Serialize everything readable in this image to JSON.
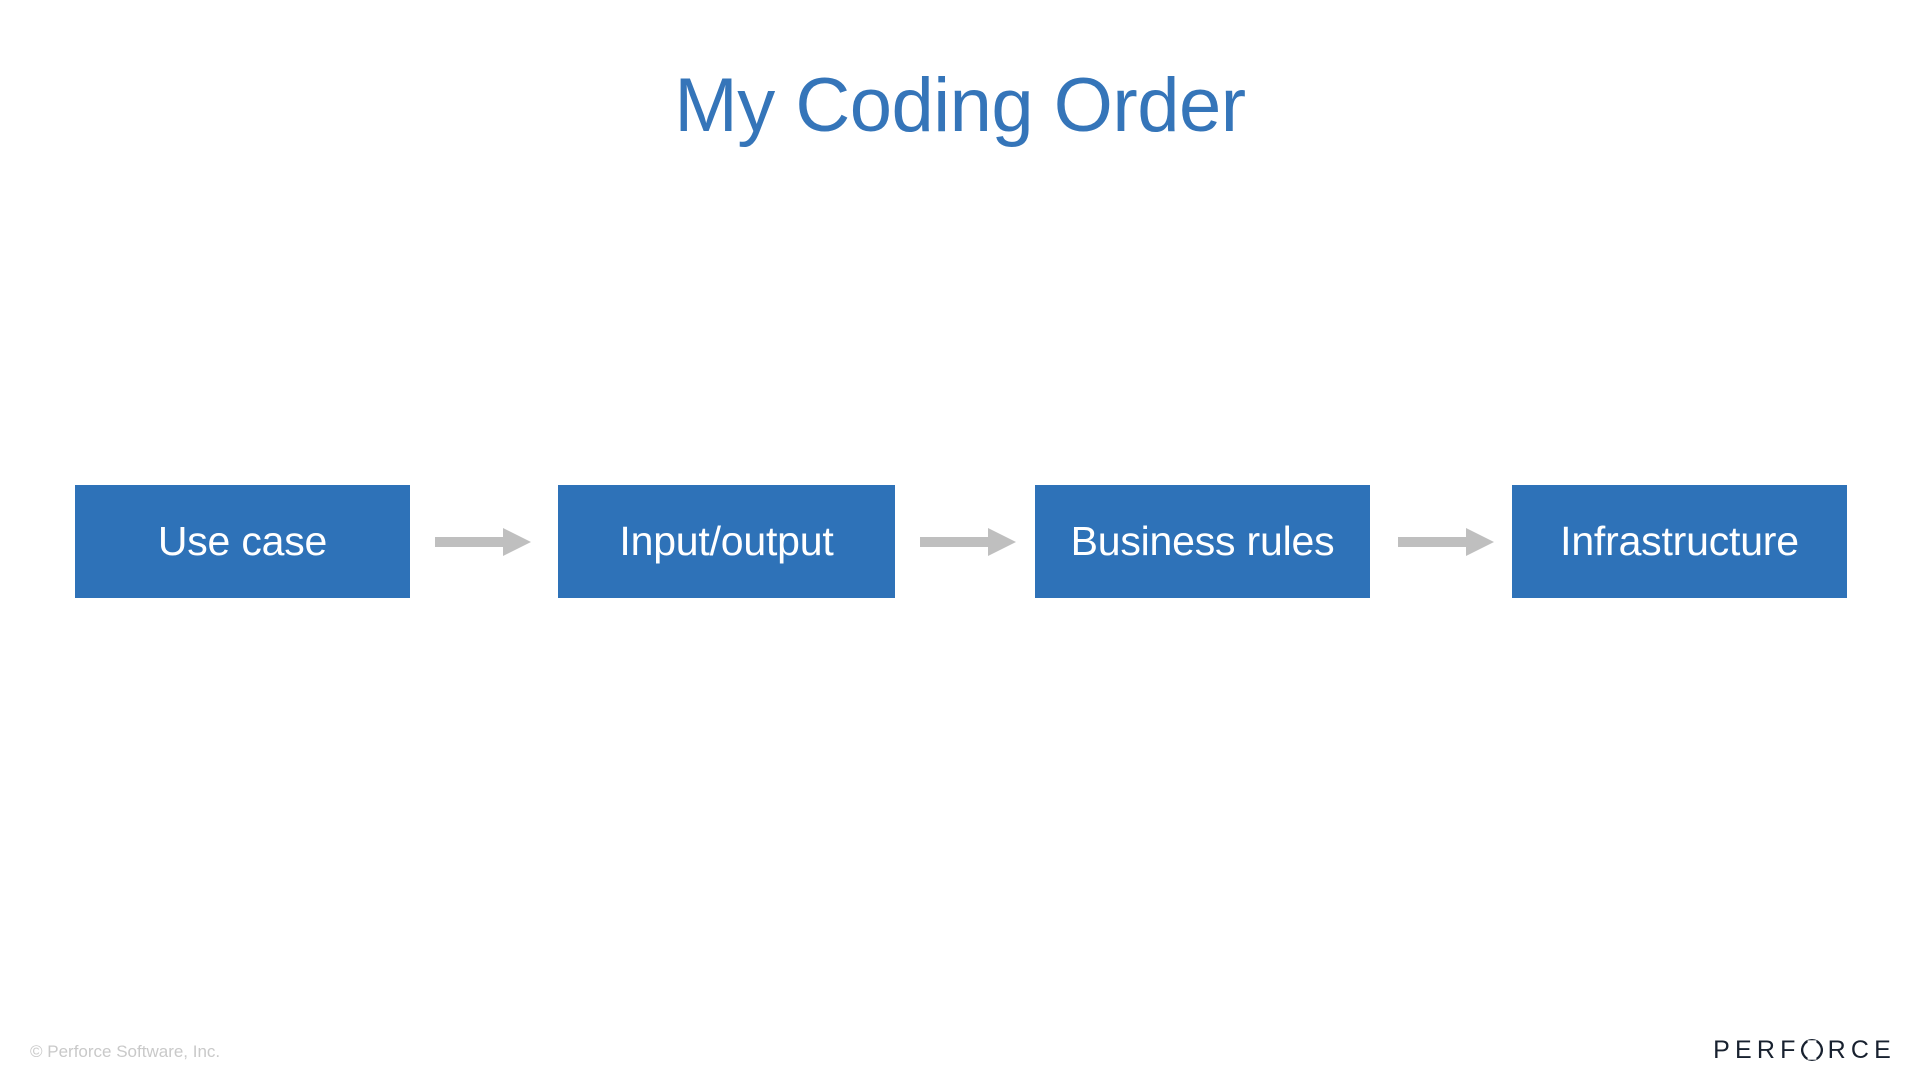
{
  "slide": {
    "title": "My Coding Order",
    "background_color": "#FFFFFF",
    "title_color": "#3575B9"
  },
  "diagram": {
    "type": "linear-process-flow",
    "box_fill_color": "#2E72B8",
    "box_text_color": "#FFFFFF",
    "arrow_color": "#BFBFBF",
    "steps": [
      {
        "label": "Use case"
      },
      {
        "label": "Input/output"
      },
      {
        "label": "Business rules"
      },
      {
        "label": "Infrastructure"
      }
    ],
    "connectors": [
      {
        "name": "arrow-right-icon"
      },
      {
        "name": "arrow-right-icon"
      },
      {
        "name": "arrow-right-icon"
      }
    ]
  },
  "footer": {
    "copyright": "© Perforce Software, Inc.",
    "copyright_color": "#C9C9C9",
    "logo": {
      "text_before": "PERF",
      "text_after": "RCE",
      "full_text": "PERFORCE",
      "color": "#18212F"
    }
  }
}
